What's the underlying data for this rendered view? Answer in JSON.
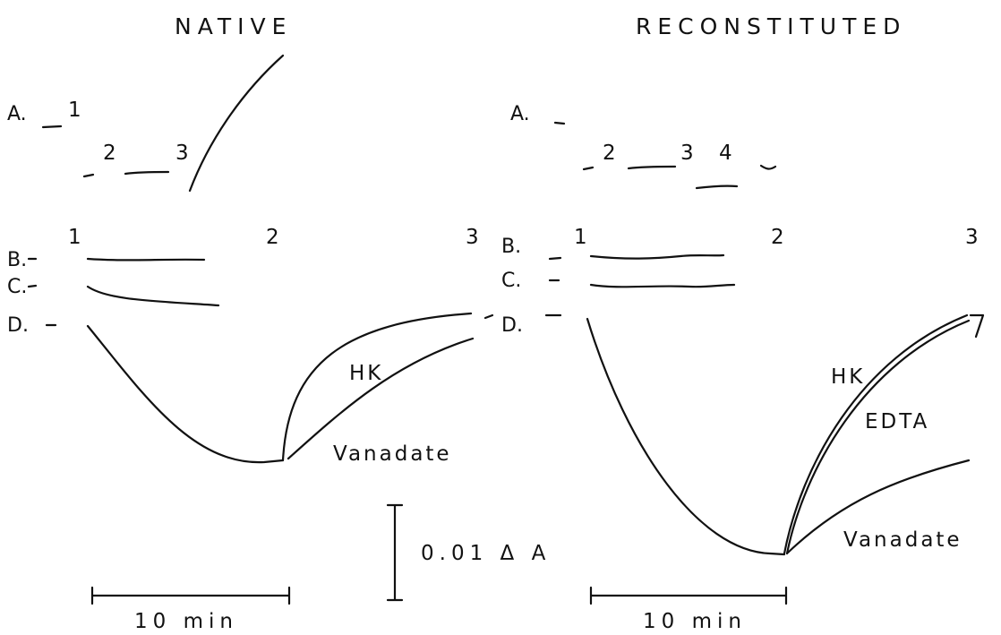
{
  "panels": [
    {
      "title": "NATIVE",
      "row_labels": [
        "A.",
        "B.",
        "C.",
        "D."
      ],
      "a_numbers": [
        "1",
        "2",
        "3"
      ],
      "bcd_numbers": [
        "1",
        "2",
        "3"
      ],
      "curve_labels": {
        "hk": "HK",
        "vanadate": "Vanadate"
      },
      "time_bar_label": "10 min"
    },
    {
      "title": "RECONSTITUTED",
      "row_labels": [
        "A.",
        "B.",
        "C.",
        "D."
      ],
      "a_numbers": [
        "2",
        "3",
        "4"
      ],
      "bcd_numbers": [
        "1",
        "2",
        "3"
      ],
      "curve_labels": {
        "hk": "HK",
        "edta": "EDTA",
        "vanadate": "Vanadate"
      },
      "time_bar_label": "10 min"
    }
  ],
  "absorbance_scale_label": "0.01 Δ A"
}
